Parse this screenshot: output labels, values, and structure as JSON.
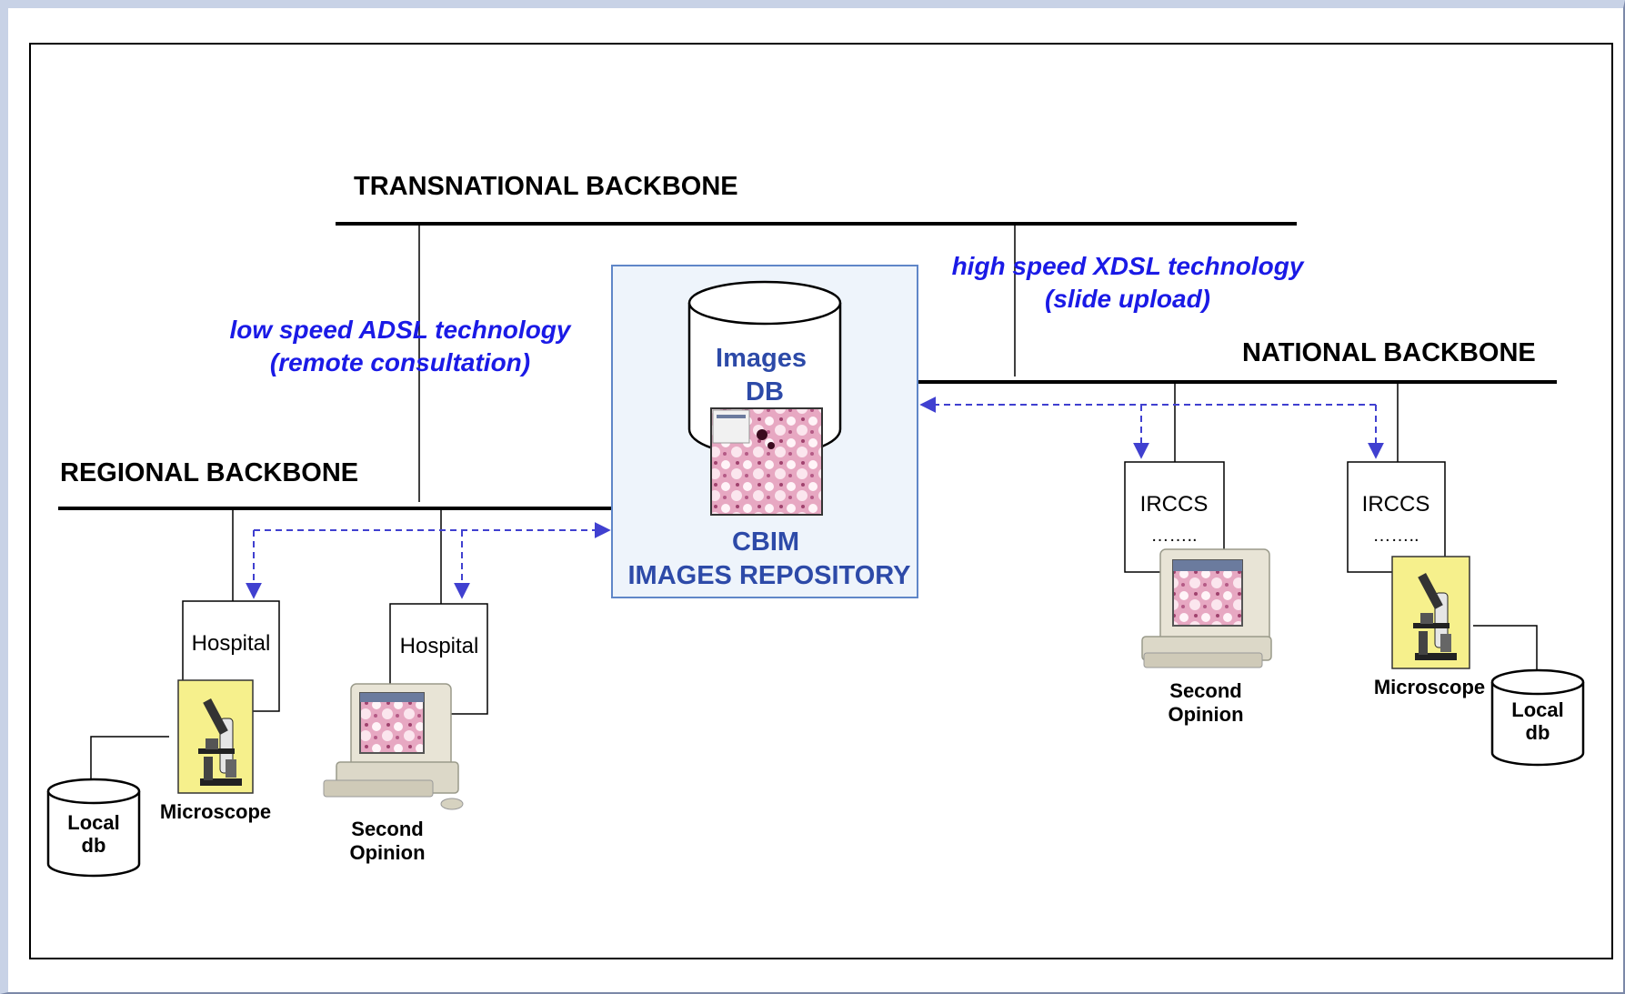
{
  "backbones": {
    "transnational": "TRANSNATIONAL BACKBONE",
    "national": "NATIONAL BACKBONE",
    "regional": "REGIONAL BACKBONE"
  },
  "links": {
    "high_speed": {
      "line1": "high speed XDSL technology",
      "line2": "(slide upload)"
    },
    "low_speed": {
      "line1": "low speed ADSL technology",
      "line2": "(remote consultation)"
    }
  },
  "repository": {
    "db_line1": "Images",
    "db_line2": "DB",
    "name_line1": "CBIM",
    "name_line2": "IMAGES REPOSITORY"
  },
  "regional_sites": {
    "hospital_1": "Hospital",
    "hospital_2": "Hospital",
    "microscope": "Microscope",
    "local_db_line1": "Local",
    "local_db_line2": "db",
    "second_opinion_line1": "Second",
    "second_opinion_line2": "Opinion"
  },
  "national_sites": {
    "irccs_1": "IRCCS",
    "irccs_1_dots": "……..",
    "irccs_2": "IRCCS",
    "irccs_2_dots": "……..",
    "second_opinion_line1": "Second",
    "second_opinion_line2": "Opinion",
    "microscope": "Microscope",
    "local_db_line1": "Local",
    "local_db_line2": "db"
  },
  "colors": {
    "link_text": "#1a1ae6",
    "dashed_arrow": "#4040d0",
    "repository_fill": "#eef4fb",
    "repository_border": "#5f86c8",
    "repository_text": "#2d4aa8",
    "microscope_bg": "#f6f08c"
  }
}
